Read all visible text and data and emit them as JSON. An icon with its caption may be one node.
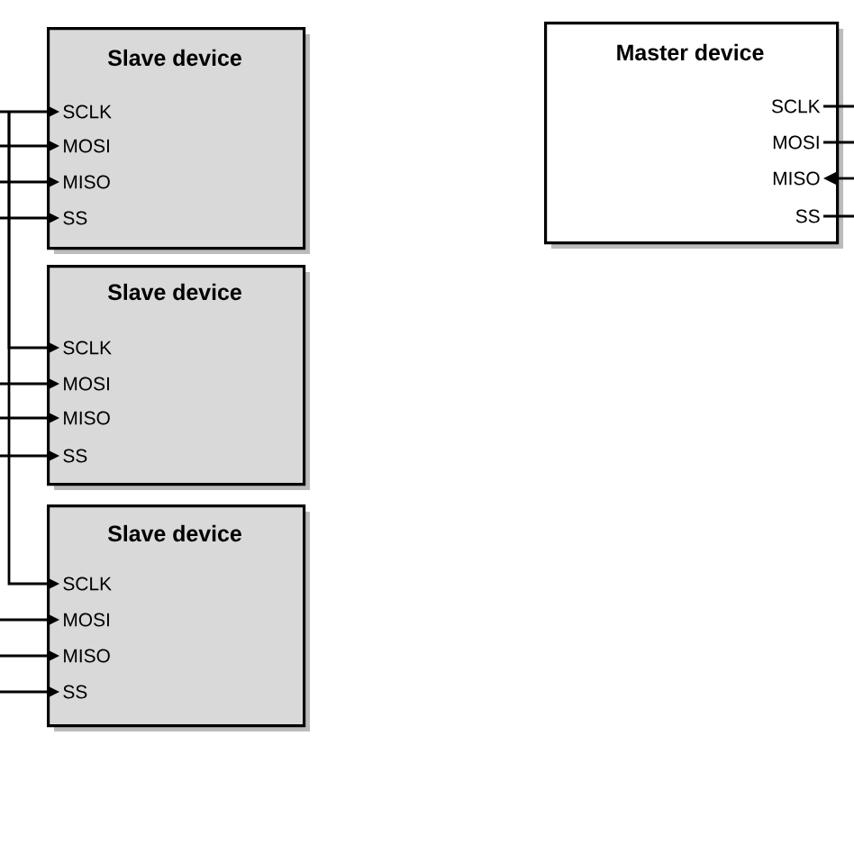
{
  "diagram": {
    "nodes": [
      {
        "text": [
          "Slave device"
        ]
      },
      {
        "text": [
          "SCLK"
        ],
        "in": 0
      },
      {
        "text": [
          "MOSI"
        ],
        "in": 0
      },
      {
        "text": [
          "MISO"
        ],
        "in": 0
      },
      {
        "text": [
          "SS"
        ],
        "in": 0
      },
      {
        "text": [
          "Slave device"
        ]
      },
      {
        "text": [
          "SCLK"
        ],
        "in": 5
      },
      {
        "text": [
          "MOSI"
        ],
        "in": 5
      },
      {
        "text": [
          "MISO"
        ],
        "in": 5
      },
      {
        "text": [
          "SS"
        ],
        "in": 5
      },
      {
        "text": [
          "Slave device"
        ]
      },
      {
        "text": [
          "SCLK"
        ],
        "in": 10
      },
      {
        "text": [
          "MOSI"
        ],
        "in": 10
      },
      {
        "text": [
          "MISO"
        ],
        "in": 10
      },
      {
        "text": [
          "SS"
        ],
        "in": 10
      },
      {
        "text": [
          "Master device"
        ]
      },
      {
        "text": [
          "SCLK"
        ],
        "in": 15
      },
      {
        "text": [
          "MOSI"
        ],
        "in": 15
      },
      {
        "text": [
          "MISO"
        ],
        "in": 15
      },
      {
        "text": [
          "SS"
        ],
        "in": 15
      }
    ],
    "edges": [
      {
        "from": null,
        "to": 1,
        "arrow": "to"
      },
      {
        "from": null,
        "to": 2,
        "arrow": "to"
      },
      {
        "from": null,
        "to": 3,
        "arrow": "to"
      },
      {
        "from": null,
        "to": 4,
        "arrow": "to"
      },
      {
        "from": null,
        "to": 6,
        "arrow": "to"
      },
      {
        "from": null,
        "to": 7,
        "arrow": "to"
      },
      {
        "from": null,
        "to": 8,
        "arrow": "to"
      },
      {
        "from": null,
        "to": 9,
        "arrow": "to"
      },
      {
        "from": null,
        "to": 11,
        "arrow": "to"
      },
      {
        "from": null,
        "to": 12,
        "arrow": "to"
      },
      {
        "from": null,
        "to": 13,
        "arrow": "to"
      },
      {
        "from": null,
        "to": 14,
        "arrow": "to"
      },
      {
        "from": 16,
        "to": null,
        "arrow": "none"
      },
      {
        "from": 17,
        "to": null,
        "arrow": "none"
      },
      {
        "from": null,
        "to": 18,
        "arrow": "to"
      },
      {
        "from": 19,
        "to": null,
        "arrow": "none"
      }
    ]
  }
}
